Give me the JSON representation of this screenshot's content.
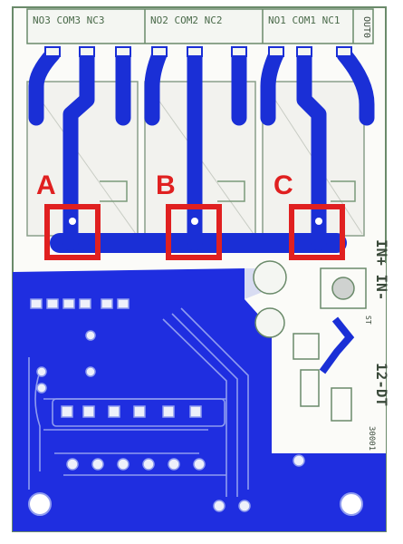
{
  "colors": {
    "copper": "#1a2fd6",
    "copper_fill": "#1f2ee0",
    "board_outline": "#6a8a6a",
    "marker": "#e02020",
    "relay_body": "#f2f2ee",
    "silk": "#7a9a7a"
  },
  "connectors": [
    {
      "text": "NO3 COM3 NC3"
    },
    {
      "text": "NO2 COM2 NC2"
    },
    {
      "text": "NO1 COM1 NC1"
    },
    {
      "text": "OUT0"
    }
  ],
  "markers": [
    {
      "letter": "A"
    },
    {
      "letter": "B"
    },
    {
      "letter": "C"
    }
  ],
  "side_labels": {
    "power": "IN+ IN-",
    "power_sub": "ST",
    "ic": "12-DT",
    "ref": "30001"
  }
}
